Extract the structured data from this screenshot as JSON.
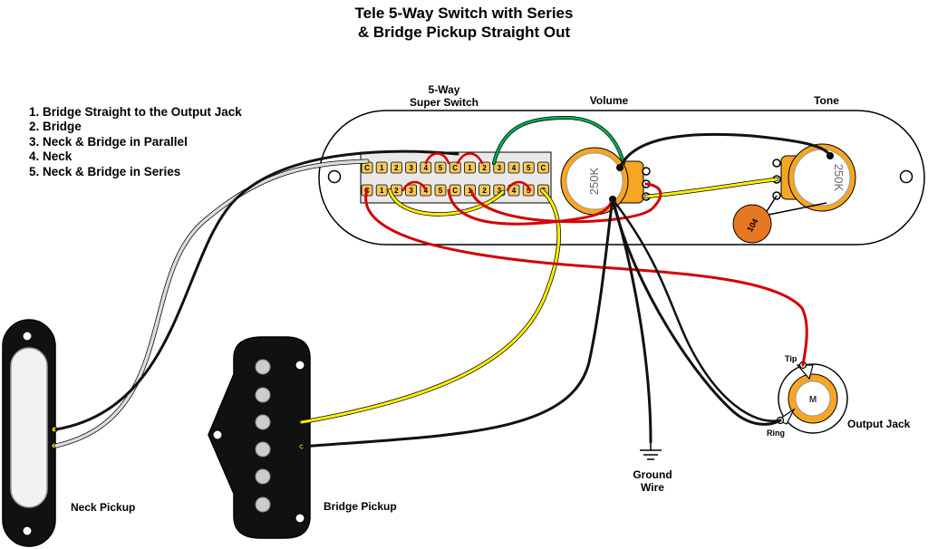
{
  "title": {
    "line1": "Tele 5-Way Switch with Series",
    "line2": "& Bridge Pickup Straight Out"
  },
  "legend": [
    "1. Bridge Straight to the Output Jack",
    "2. Bridge",
    "3. Neck & Bridge in Parallel",
    "4. Neck",
    "5. Neck & Bridge in Series"
  ],
  "labels": {
    "switch_line1": "5-Way",
    "switch_line2": "Super Switch",
    "volume": "Volume",
    "tone": "Tone",
    "neck_pickup": "Neck Pickup",
    "bridge_pickup": "Bridge Pickup",
    "ground_line1": "Ground",
    "ground_line2": "Wire",
    "output_jack": "Output Jack",
    "tip": "Tip",
    "ring": "Ring"
  },
  "components": {
    "volume_pot_value": "250K",
    "tone_pot_value": "250K",
    "capacitor_mark": "104",
    "jack_mark": "M"
  },
  "switch_pins": {
    "top": [
      "C",
      "1",
      "2",
      "3",
      "4",
      "5",
      "C",
      "1",
      "2",
      "3",
      "4",
      "5",
      "C"
    ],
    "bottom": [
      "C",
      "1",
      "2",
      "3",
      "4",
      "5",
      "C",
      "1",
      "2",
      "3",
      "4",
      "5",
      "C"
    ]
  },
  "colors": {
    "red": "#d40000",
    "yellow": "#ffee00",
    "green": "#00b050",
    "black": "#111111",
    "white": "#dddddd",
    "plate": "#ffffff",
    "pot_body": "#f6a623",
    "capacitor": "#e87722"
  }
}
